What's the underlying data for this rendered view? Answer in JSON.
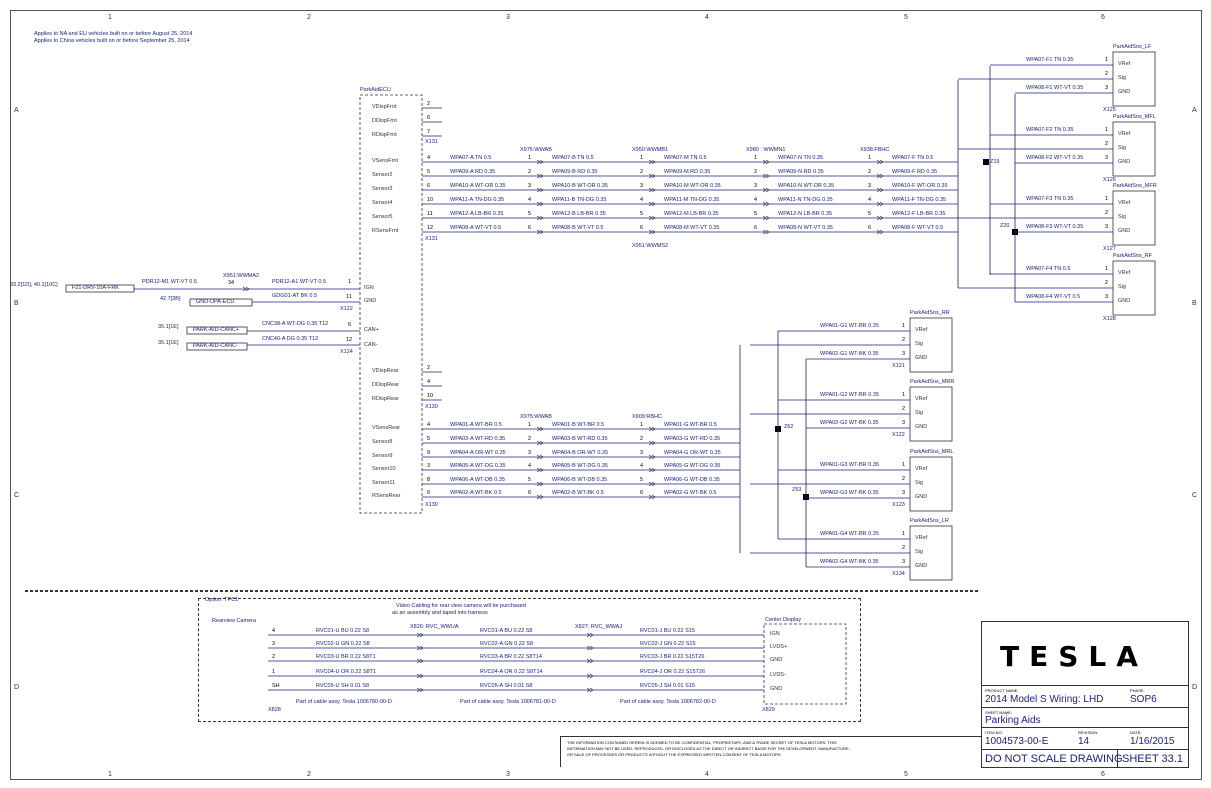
{
  "applicability": [
    "Applies to NA and EU vehicles built on or before August 25, 2014",
    "Applies to China vehicles built on or before September 25, 2014"
  ],
  "grid": {
    "columns": [
      "1",
      "2",
      "3",
      "4",
      "5",
      "6"
    ],
    "rows": [
      "A",
      "B",
      "C",
      "D"
    ]
  },
  "ecu": {
    "title": "ParkAidECU",
    "front_pins": [
      {
        "pin": "2",
        "label": "VDispFrnt"
      },
      {
        "pin": "6",
        "label": "DDispFrnt"
      },
      {
        "pin": "7",
        "label": "RDispFrnt"
      }
    ],
    "front_conn": "X131",
    "front_sensors": [
      {
        "pin": "4",
        "label": "VSensFrnt",
        "wire": "WPA07-A TN 0.5"
      },
      {
        "pin": "5",
        "label": "Sensor2",
        "wire": "WPA09-A RD 0.35"
      },
      {
        "pin": "6",
        "label": "Sensor3",
        "wire": "WPA10-A WT-OR 0.35"
      },
      {
        "pin": "10",
        "label": "Sensor4",
        "wire": "WPA11-A TN-DG 0.35"
      },
      {
        "pin": "11",
        "label": "Sensor5",
        "wire": "WPA12-A LB-BR 0.35"
      },
      {
        "pin": "12",
        "label": "RSensFrnt",
        "wire": "WPA08-A WT-VT 0.5"
      }
    ],
    "power": [
      {
        "pin": "1",
        "label": "IGN",
        "wire": "PDR12-A1 WT-VT 0.5"
      },
      {
        "pin": "11",
        "label": "GND",
        "wire": "GDG01-AT BK 0.5"
      }
    ],
    "power_conn": "X122",
    "can": [
      {
        "pin": "6",
        "label": "CAN+",
        "wire": "CNC38-A WT-DG 0.35 T12"
      },
      {
        "pin": "12",
        "label": "CAN-",
        "wire": "CNC40-A DG 0.35 T12"
      }
    ],
    "can_conn": "X124",
    "rear_disp": [
      {
        "pin": "2",
        "label": "VDispRear"
      },
      {
        "pin": "4",
        "label": "DDispRear"
      },
      {
        "pin": "10",
        "label": "RDispRear"
      }
    ],
    "rear_disp_conn": "X130",
    "rear_sensors": [
      {
        "pin": "4",
        "label": "VSensRear",
        "wire": "WPA01-A WT-BR 0.5"
      },
      {
        "pin": "5",
        "label": "Sensor8",
        "wire": "WPA03-A WT-RD 0.35"
      },
      {
        "pin": "9",
        "label": "Sensor9",
        "wire": "WPA04-A OR-WT 0.35"
      },
      {
        "pin": "3",
        "label": "Sensor10",
        "wire": "WPA05-A WT-DG 0.35"
      },
      {
        "pin": "8",
        "label": "Sensor11",
        "wire": "WPA06-A WT-DB 0.35"
      },
      {
        "pin": "6",
        "label": "RSensRear",
        "wire": "WPA02-A WT-BK 0.5"
      }
    ],
    "rear_conn": "X130"
  },
  "power_feed": {
    "ref1": "33.2[1D], 40.1[10C]",
    "fuse": "F21-DRV-10A-FRK",
    "wire1": "PDR12-M1 WT-VT 0.5",
    "inline": "X951:WWMA2",
    "pins": "34",
    "ref2": "42.7[3B]",
    "gnd": "GND-UPA-ECU",
    "can_ref1": "35.1[1E]",
    "can_tag1": "PARK-AID-CANC+",
    "can_ref2": "35.1[1E]",
    "can_tag2": "PARK-AID-CANC-"
  },
  "front_inlines": [
    {
      "name": "X975:WWAB",
      "wires": [
        "WPA07-B TN 0.5",
        "WPA09-B RD 0.35",
        "WPA10-B WT-OR 0.35",
        "WPA11-B TN-DG 0.35",
        "WPA12-B LB-BR 0.35",
        "WPA08-B WT-VT 0.5"
      ]
    },
    {
      "name": "X950:WWMB1",
      "wires": [
        "WPA07-M TN 0.5",
        "WPA09-M RD 0.35",
        "WPA10-M WT-OR 0.35",
        "WPA11-M TN-DG 0.35",
        "WPA12-M LB-BR 0.35",
        "WPA08-M WT-VT 0.35"
      ]
    },
    {
      "name": "X980 : WWMN1",
      "wires": [
        "WPA07-N TN 0.35",
        "WPA09-N RD 0.35",
        "WPA10-N WT-OR 0.35",
        "WPA11-N TN-DG 0.35",
        "WPA12-N LB-BR 0.35",
        "WPA08-N WT-VT 0.35"
      ]
    },
    {
      "name": "X938:FBHC",
      "wires": [
        "WPA07-F TN 0.5",
        "WPA09-F RD 0.35",
        "WPA10-F WT-OR 0.35",
        "WPA11-F TN-DG 0.35",
        "WPA12-F LB-BR 0.35",
        "WPA08-F WT-VT 0.5"
      ]
    }
  ],
  "front_inline_below": "X951:WWMS2",
  "splice_front": [
    "Z19",
    "Z20"
  ],
  "front_sensors": [
    {
      "name": "ParkAidSns_LF",
      "conn": "X125",
      "pins": [
        "VRef",
        "Sig",
        "GND"
      ],
      "wires": [
        "WPA07-F1 TN 0.35",
        "WPA08-F1 WT-VT 0.35"
      ]
    },
    {
      "name": "ParkAidSns_MFL",
      "conn": "X126",
      "pins": [
        "VRef",
        "Sig",
        "GND"
      ],
      "wires": [
        "WPA07-F2 TN 0.35",
        "WPA08-F2 WT-VT 0.35"
      ]
    },
    {
      "name": "ParkAidSns_MFR",
      "conn": "X127",
      "pins": [
        "VRef",
        "Sig",
        "GND"
      ],
      "wires": [
        "WPA07-F3 TN 0.35",
        "WPA08-F3 WT-VT 0.35"
      ]
    },
    {
      "name": "ParkAidSns_RF",
      "conn": "X128",
      "pins": [
        "VRef",
        "Sig",
        "GND"
      ],
      "wires": [
        "WPA07-F4 TN 0.5",
        "WPA08-F4 WT-VT 0.5"
      ]
    }
  ],
  "rear_inlines": [
    {
      "name": "X975:WWAB",
      "wires": [
        "WPA01-B WT-BR 0.5",
        "WPA03-B WT-RD 0.35",
        "WPA04-B OR-WT 0.35",
        "WPA05-B WT-DG 0.35",
        "WPA06-B WT-DB 0.35",
        "WPA02-B WT-BK 0.5"
      ]
    },
    {
      "name": "X909:RBHC",
      "wires": [
        "WPA01-G WT-BR 0.5",
        "WPA03-G WT-RD 0.35",
        "WPA04-G OR-WT 0.35",
        "WPA05-G WT-DG 0.35",
        "WPA06-G WT-DB 0.35",
        "WPA02-G WT-BK 0.5"
      ]
    }
  ],
  "splice_rear": [
    "Z62",
    "Z63"
  ],
  "rear_sensors": [
    {
      "name": "ParkAidSns_RR",
      "conn": "X121",
      "pins": [
        "VRef",
        "Sig",
        "GND"
      ],
      "wires": [
        "WPA01-G1 WT-BR 0.35",
        "WPA02-G1 WT-BK 0.35"
      ]
    },
    {
      "name": "ParkAidSns_MRR",
      "conn": "X122",
      "pins": [
        "VRef",
        "Sig",
        "GND"
      ],
      "wires": [
        "WPA01-G2 WT-BR 0.35",
        "WPA02-G2 WT-BK 0.35"
      ]
    },
    {
      "name": "ParkAidSns_MRL",
      "conn": "X123",
      "pins": [
        "VRef",
        "Sig",
        "GND"
      ],
      "wires": [
        "WPA01-G3 WT-BR 0.35",
        "WPA02-G3 WT-BK 0.35"
      ]
    },
    {
      "name": "ParkAidSns_LR",
      "conn": "X134",
      "pins": [
        "VRef",
        "Sig",
        "GND"
      ],
      "wires": [
        "WPA01-G4 WT-BR 0.35",
        "WPA02-G4 WT-BK 0.35"
      ]
    }
  ],
  "option": {
    "title": "Option: TPC1",
    "note": [
      "Video Cabling for rear view camera will be purchased",
      "as an assembly and taped into harness"
    ],
    "camera": "Rearview Camera",
    "camera_conn": "X828",
    "display": "Center Display",
    "display_conn": "X829",
    "display_pins": [
      "IGN",
      "LVDS+",
      "GND",
      "LVDS-",
      "GND"
    ],
    "inline1": "X826: RVC_WWUA",
    "inline2": "X827: RVC_WWAJ",
    "cables": [
      [
        "RVC01-U BU 0.22 S8",
        "RVC02-U GN 0.22 S8",
        "RVC03-U BR 0.22 S8T1",
        "RVC04-U OR 0.22 S8T1",
        "RVC05-U SH 0.01 S8"
      ],
      [
        "RVC01-A BU 0.22 S8",
        "RVC02-A GN 0.22 S8",
        "RVC03-A BR 0.22 S8T14",
        "RVC04-A OR 0.22 S8T14",
        "RVC05-A SH 0.01 S8"
      ],
      [
        "RVC01-J BU 0.22 S15",
        "RVC02-J GN 0.22 S15",
        "RVC03-J BR 0.22 S15T26",
        "RVC04-J OR 0.22 S15T26",
        "RVC05-J SH 0.01 S15"
      ]
    ],
    "assy": [
      "Part of cable assy. Tesla 1006780-00-D",
      "Part of cable assy. Tesla 1006781-00-D",
      "Part of cable assy. Tesla 1006782-00-D"
    ]
  },
  "notice": [
    "THE INFORMATION CONTAINED HEREIN IS DEEMED TO BE CONFIDENTIAL, PROPRIETARY, AND A TRADE SECRET OF TESLA MOTORS. THIS",
    "INFORMATION MAY NOT BE USED, REPRODUCED, OR DISCLOSED AS THE DIRECT OR INDIRECT BASIS FOR THE DEVELOPMENT, MANUFACTURE,",
    "OR SALE OF PROCESSES OR PRODUCTS WITHOUT THE EXPRESSED WRITTEN CONSENT OF TESLA MOTORS"
  ],
  "title_block": {
    "logo": "TESLA",
    "product_label": "PRODUCT NAME:",
    "product": "2014 Model S Wiring: LHD",
    "phase_label": "PHASE:",
    "phase": "SOP6",
    "sheet_name_label": "SHEET NAME:",
    "sheet_name": "Parking Aids",
    "item_label": "ITEM NO:",
    "item": "1004573-00-E",
    "rev_label": "REVISION:",
    "rev": "14",
    "date_label": "DATE:",
    "date": "1/16/2015",
    "dns": "DO NOT SCALE DRAWING",
    "sheet": "SHEET 33.1"
  }
}
